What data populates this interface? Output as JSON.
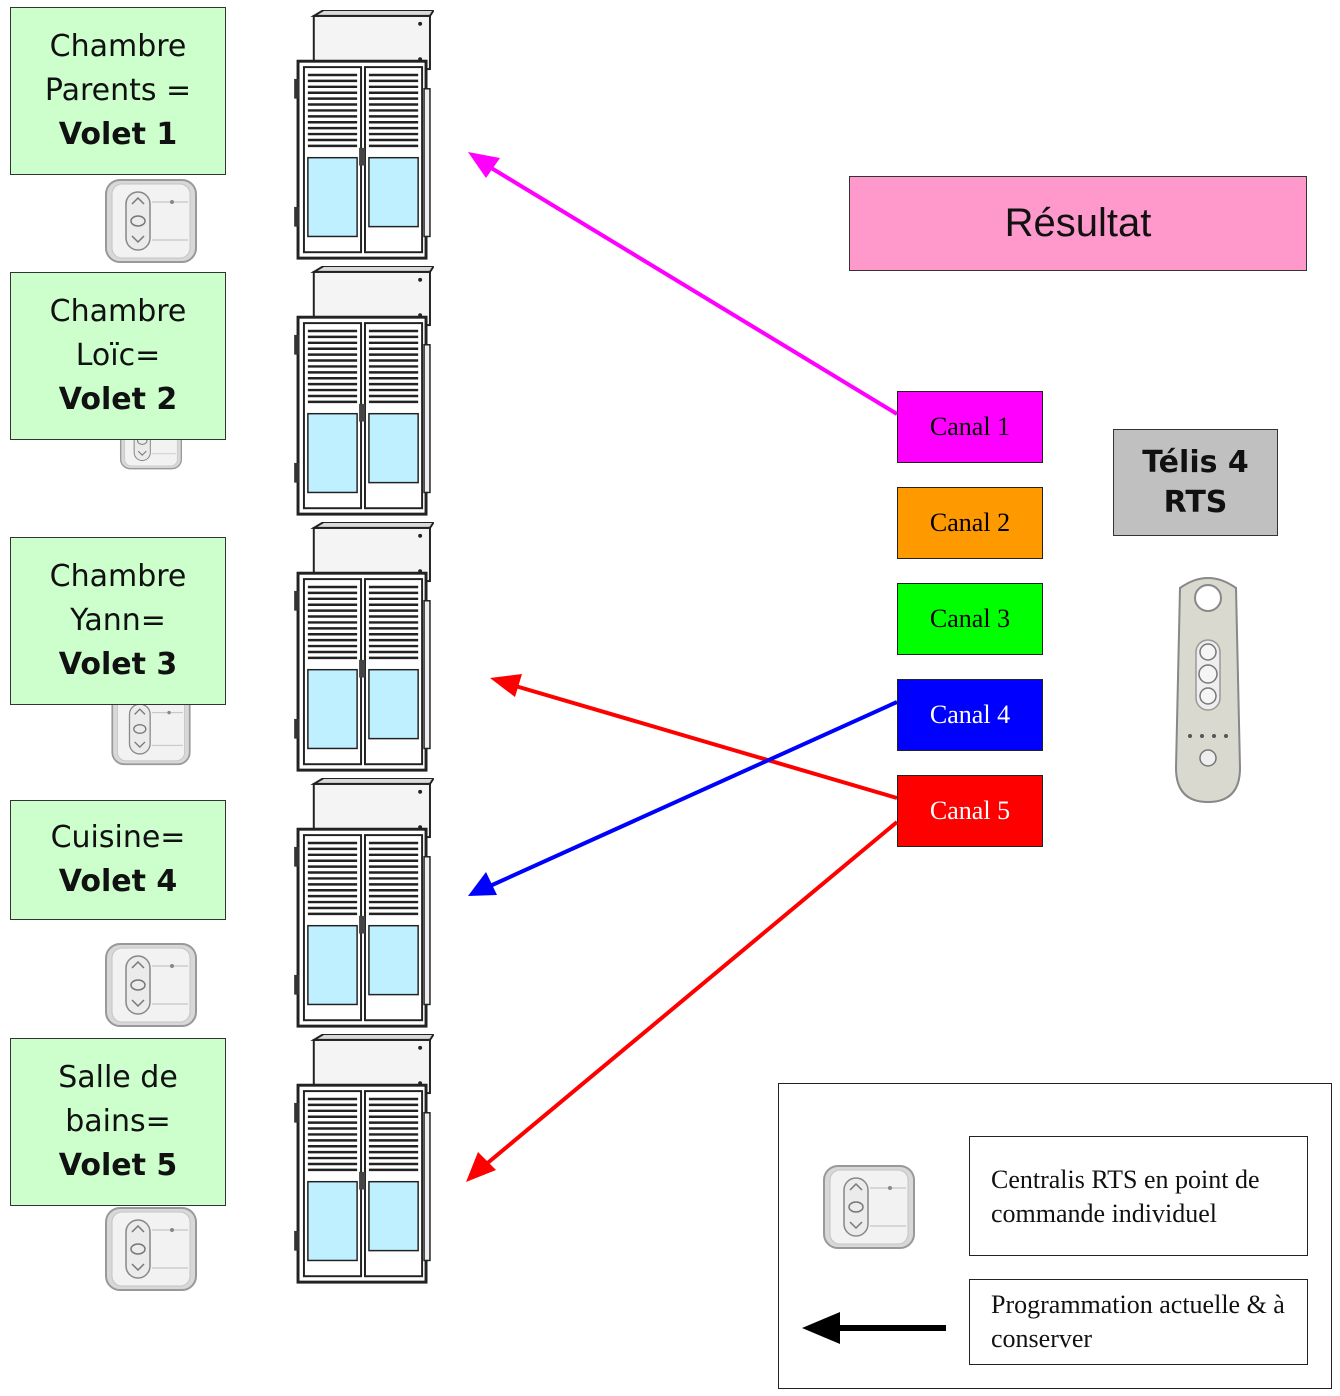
{
  "rooms": [
    {
      "line1": "Chambre",
      "line2": "Parents =",
      "volet": "Volet 1"
    },
    {
      "line1": "Chambre",
      "line2": "Loïc=",
      "volet": "Volet 2"
    },
    {
      "line1": "Chambre",
      "line2": "Yann=",
      "volet": "Volet 3"
    },
    {
      "line1": "",
      "line2": "Cuisine=",
      "volet": "Volet 4"
    },
    {
      "line1": "Salle de",
      "line2": "bains=",
      "volet": "Volet 5"
    }
  ],
  "result": {
    "label": "Résultat",
    "color": "#ff99cc"
  },
  "telis": {
    "line1": "Télis 4",
    "line2": "RTS",
    "color": "#c0c0c0"
  },
  "canals": [
    {
      "label": "Canal 1",
      "color": "#ff00ff",
      "text_color": "#000000"
    },
    {
      "label": "Canal 2",
      "color": "#ff9900",
      "text_color": "#000000"
    },
    {
      "label": "Canal 3",
      "color": "#00ff00",
      "text_color": "#000000"
    },
    {
      "label": "Canal 4",
      "color": "#0000ff",
      "text_color": "#ffffff"
    },
    {
      "label": "Canal 5",
      "color": "#ff0000",
      "text_color": "#ffffff"
    }
  ],
  "connections": [
    {
      "from": "Canal 1",
      "to": "Volet 1",
      "color": "#ff00ff"
    },
    {
      "from": "Canal 4",
      "to": "Volet 4",
      "color": "#0000ff"
    },
    {
      "from": "Canal 5",
      "to": "Volet 3",
      "color": "#ff0000"
    },
    {
      "from": "Canal 5",
      "to": "Volet 5",
      "color": "#ff0000"
    }
  ],
  "legend": {
    "centralis_text": "Centralis RTS en point de commande individuel",
    "arrow_text": "Programmation actuelle & à conserver"
  },
  "icons": {
    "window": "roller-shutter-window-icon",
    "switch": "centralis-rts-switch-icon",
    "remote": "telis-4-rts-remote-icon"
  }
}
